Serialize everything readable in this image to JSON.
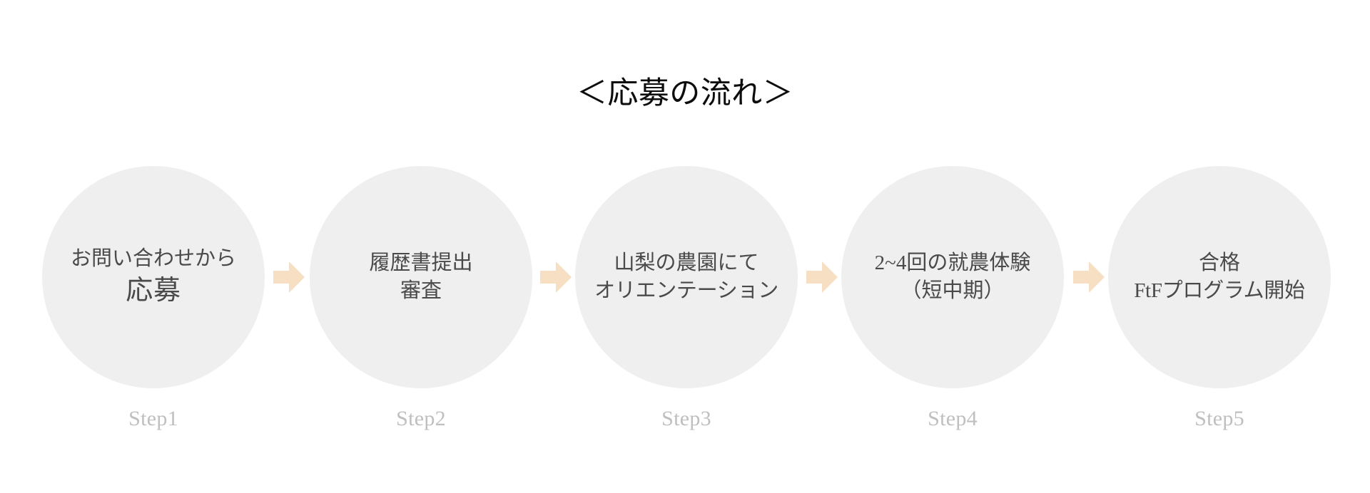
{
  "page": {
    "title": "＜応募の流れ＞",
    "background_color": "#ffffff"
  },
  "theme": {
    "circle_fill": "#efefef",
    "circle_text_color": "#4a4a4a",
    "arrow_color": "#f7dfc4",
    "step_label_color": "#bfbfbf",
    "title_color": "#0d0d0d"
  },
  "flow": {
    "steps": [
      {
        "id": "step-1",
        "line_1": "お問い合わせから",
        "line_2": "応募",
        "label": "Step1"
      },
      {
        "id": "step-2",
        "line_1": "履歴書提出",
        "line_2": "審査",
        "label": "Step2"
      },
      {
        "id": "step-3",
        "line_1": "山梨の農園にて",
        "line_2": "オリエンテーション",
        "label": "Step3"
      },
      {
        "id": "step-4",
        "line_1": "2~4回の就農体験",
        "line_2": "（短中期）",
        "label": "Step4"
      },
      {
        "id": "step-5",
        "line_1": "合格",
        "line_2": "FtFプログラム開始",
        "label": "Step5"
      }
    ],
    "arrows": [
      {
        "id": "arrow-1-2",
        "icon": "arrow-right-icon"
      },
      {
        "id": "arrow-2-3",
        "icon": "arrow-right-icon"
      },
      {
        "id": "arrow-3-4",
        "icon": "arrow-right-icon"
      },
      {
        "id": "arrow-4-5",
        "icon": "arrow-right-icon"
      }
    ]
  }
}
